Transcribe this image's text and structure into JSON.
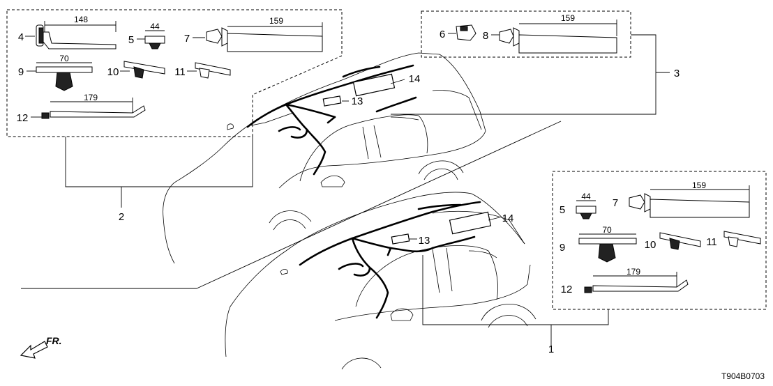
{
  "diagram": {
    "callouts": [
      "1",
      "2",
      "3",
      "4",
      "5",
      "6",
      "7",
      "8",
      "9",
      "10",
      "11",
      "12",
      "13",
      "14"
    ],
    "dimensions": [
      "148",
      "44",
      "159",
      "70",
      "179"
    ],
    "fr_label": "FR.",
    "part_code": "T904B0703",
    "icons": [
      "front-direction-arrow-icon"
    ]
  }
}
